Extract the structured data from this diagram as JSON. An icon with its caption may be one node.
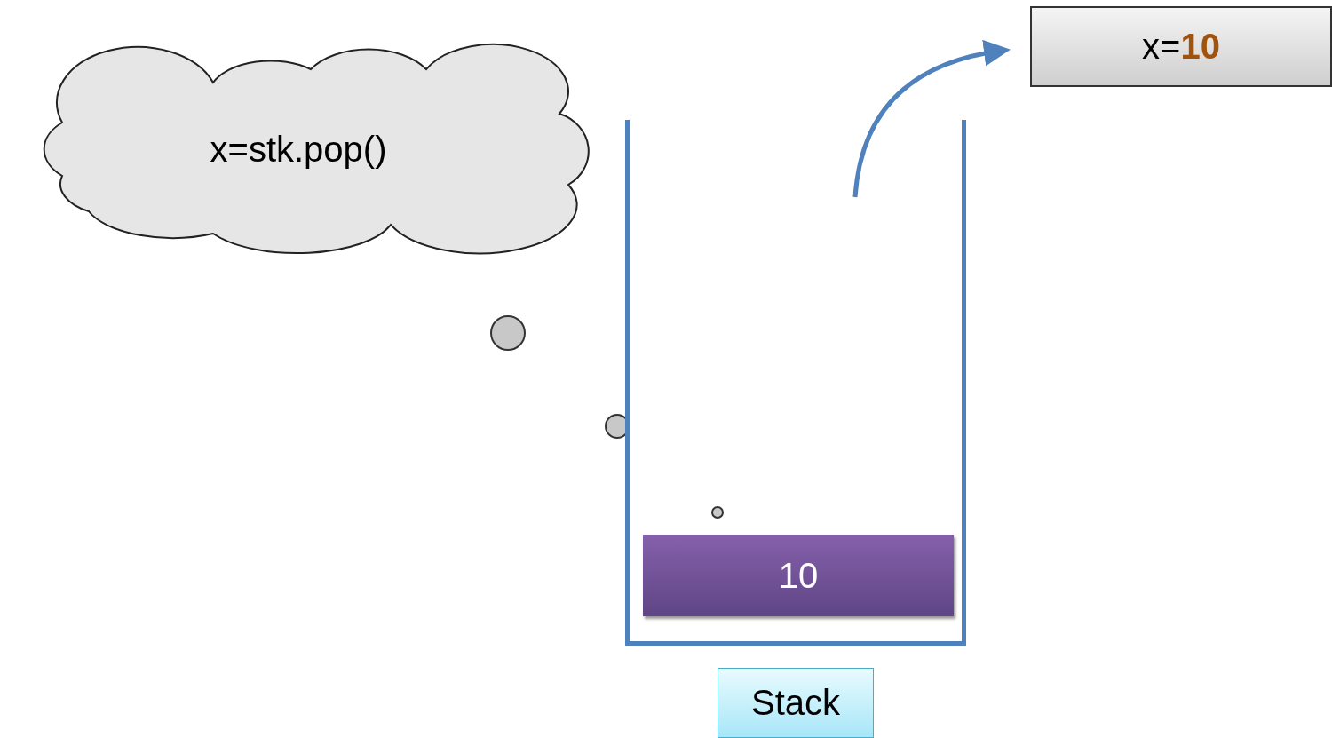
{
  "diagram": {
    "nodes": [
      {
        "text": [
          "x=stk.pop()"
        ]
      },
      {
        "text": [],
        "shape": "box"
      },
      {
        "text": [
          "10"
        ],
        "in": 1
      },
      {
        "text": [
          "Stack"
        ]
      },
      {
        "text": [
          "x=**10**"
        ]
      }
    ],
    "edges": [
      {
        "from": null,
        "to": 4,
        "arrow": "to"
      }
    ]
  }
}
